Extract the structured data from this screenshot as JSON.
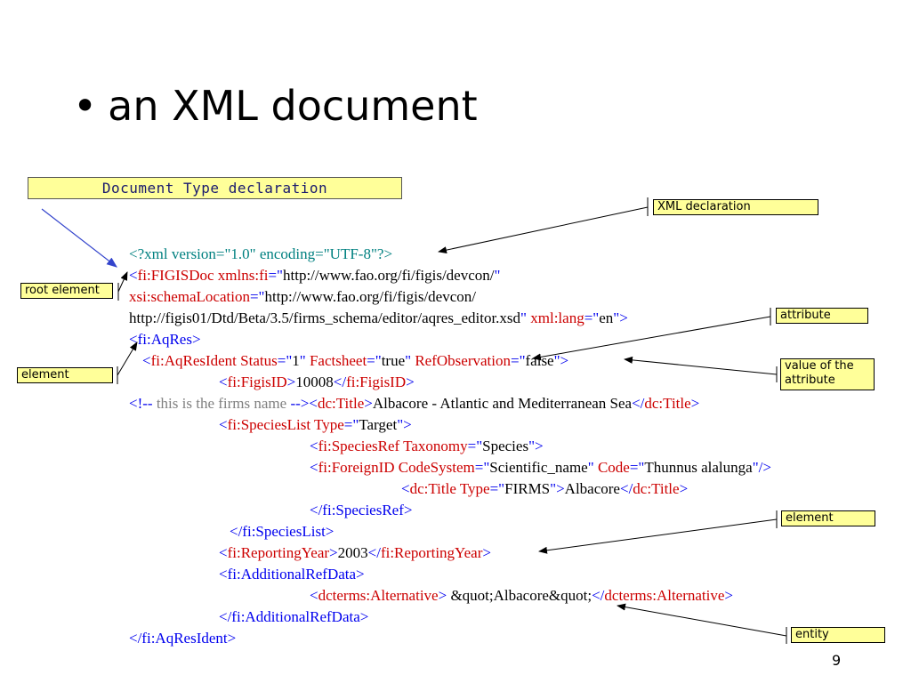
{
  "slide": {
    "bullet": "•",
    "title": "an XML document",
    "page_number": "9"
  },
  "labels": {
    "doctype": "Document Type declaration",
    "xml_declaration": "XML declaration",
    "root_element": "root element",
    "attribute": "attribute",
    "element_left": "element",
    "value_of_attribute_1": "value of the",
    "value_of_attribute_2": "attribute",
    "element_right": "element",
    "entity": "entity"
  },
  "code": {
    "l1": "<?xml version=\"1.0\" encoding=\"UTF-8\"?>",
    "l2_open": "<",
    "l2_tag": "fi:FIGISDoc",
    "l2_attr": "xmlns:fi",
    "l2_eq": "=\"",
    "l2_val": "http://www.fao.org/fi/figis/devcon/",
    "l2_q": "\"",
    "l3_attr": "xsi:schemaLocation",
    "l3_eq": "=\"",
    "l3_val": "http://www.fao.org/fi/figis/devcon/",
    "l4_val": "http://figis01/Dtd/Beta/3.5/firms_schema/editor/aqres_editor.xsd",
    "l4_q": "\"",
    "l4_attr": "xml:lang",
    "l4_eq": "=\"",
    "l4_val2": "en",
    "l4_close": "\">",
    "l5": "<fi:AqRes>",
    "l6_open": "<",
    "l6_tag": "fi:AqResIdent",
    "l6_a1": "Status",
    "l6_v1": "1",
    "l6_a2": "Factsheet",
    "l6_v2": "true",
    "l6_a3": "RefObservation",
    "l6_v3": "false",
    "l7_tag": "fi:FigisID",
    "l7_val": "10008",
    "l8_comment_open": "<!--",
    "l8_comment": " this is the firms name ",
    "l8_comment_close": "-->",
    "l8_tag": "dc:Title",
    "l8_val": "Albacore - Atlantic and Mediterranean Sea",
    "l9_tag": "fi:SpeciesList",
    "l9_attr": "Type",
    "l9_val": "Target",
    "l10_tag": "fi:SpeciesRef",
    "l10_attr": "Taxonomy",
    "l10_val": "Species",
    "l11_tag": "fi:ForeignID",
    "l11_a1": "CodeSystem",
    "l11_v1": "Scientific_name",
    "l11_a2": "Code",
    "l11_v2": "Thunnus alalunga",
    "l12_tag": "dc:Title",
    "l12_attr": "Type",
    "l12_val": "FIRMS",
    "l12_text": "Albacore",
    "l13": "</fi:SpeciesRef>",
    "l14": "</fi:SpeciesList>",
    "l15_tag": "fi:ReportingYear",
    "l15_val": "2003",
    "l16": "<fi:AdditionalRefData>",
    "l17_tag": "dcterms:Alternative",
    "l17_val": " &quot;Albacore&quot;",
    "l18": "</fi:AdditionalRefData>",
    "l19": "</fi:AqResIdent>"
  },
  "colors": {
    "bracket": "#0000ee",
    "tag": "#cc0000",
    "declaration": "#008080",
    "comment": "#808080",
    "label_fill": "#ffff99"
  }
}
